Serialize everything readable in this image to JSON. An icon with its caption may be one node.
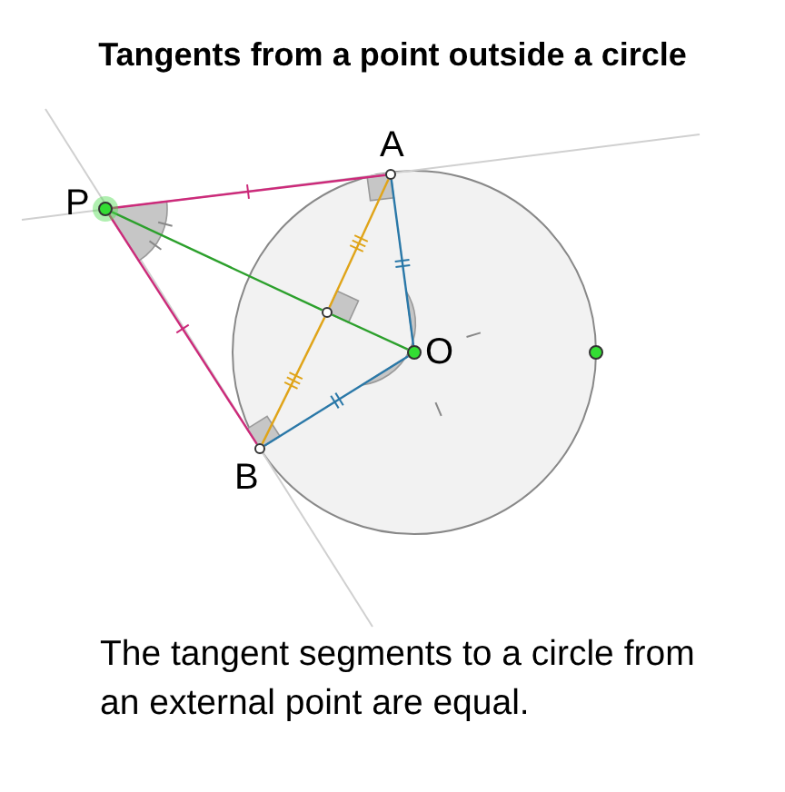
{
  "diagram": {
    "title": "Tangents from a point outside a circle",
    "caption": "The tangent segments to a circle from an external point are equal.",
    "nodes": [
      {
        "text": [
          "A"
        ]
      },
      {
        "text": [
          "P"
        ]
      },
      {
        "text": [],
        "shape": "circle"
      },
      {
        "text": [
          "O"
        ]
      },
      {
        "text": [],
        "shape": "circle"
      },
      {
        "text": [
          "B"
        ]
      }
    ],
    "edges": [
      {
        "from": 1,
        "to": 0,
        "arrow": "none",
        "color": "#cc2a7a"
      },
      {
        "from": 1,
        "to": 5,
        "arrow": "none",
        "color": "#cc2a7a"
      },
      {
        "from": 1,
        "to": 2,
        "arrow": "none",
        "color": "#2ca02c"
      },
      {
        "from": 2,
        "to": 3,
        "arrow": "none",
        "color": "#2ca02c"
      },
      {
        "from": 0,
        "to": 3,
        "arrow": "none",
        "color": "#2a78a8"
      },
      {
        "from": 5,
        "to": 3,
        "arrow": "none",
        "color": "#2a78a8"
      },
      {
        "from": 0,
        "to": 2,
        "arrow": "none",
        "color": "#e0a418"
      },
      {
        "from": 2,
        "to": 5,
        "arrow": "none",
        "color": "#e0a418"
      }
    ]
  }
}
